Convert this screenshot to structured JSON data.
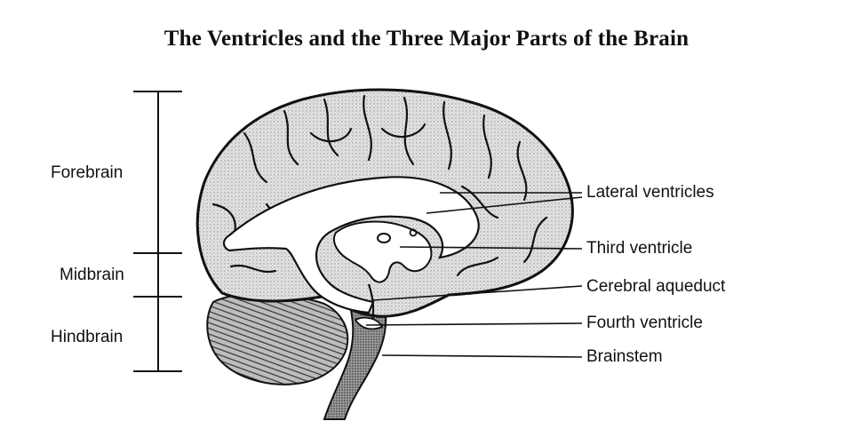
{
  "title": "The Ventricles and the Three Major Parts of the Brain",
  "regions": {
    "forebrain": "Forebrain",
    "midbrain": "Midbrain",
    "hindbrain": "Hindbrain"
  },
  "structures": {
    "lateral_ventricles": "Lateral ventricles",
    "third_ventricle": "Third ventricle",
    "cerebral_aqueduct": "Cerebral aqueduct",
    "fourth_ventricle": "Fourth ventricle",
    "brainstem": "Brainstem"
  },
  "colors": {
    "ink": "#111111",
    "brain_fill": "#d9d9d9",
    "ventricle_fill": "#ffffff",
    "brainstem_fill": "#8c8c8c"
  }
}
